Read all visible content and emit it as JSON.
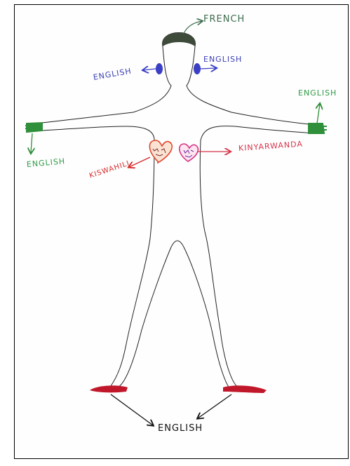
{
  "drawing": {
    "labels": {
      "head": "FRENCH",
      "left_ear": "ENGLISH",
      "right_ear": "ENGLISH",
      "right_hand": "ENGLISH",
      "left_hand": "ENGLISH",
      "right_heart": "KINYARWANDA",
      "left_heart": "KISWAHILI",
      "feet": "ENGLISH"
    }
  },
  "colors": {
    "head_fill": "#3e4a3a",
    "ears": "#3a3fc4",
    "hands": "#2f8f3a",
    "heart_left": "#e0452b",
    "heart_right": "#d63384",
    "feet": "#c0182a",
    "outline": "#222222",
    "arrow_green": "#2f8f3a",
    "arrow_blue": "#3a3fc4",
    "arrow_red": "#d62828",
    "arrow_black": "#111111"
  }
}
